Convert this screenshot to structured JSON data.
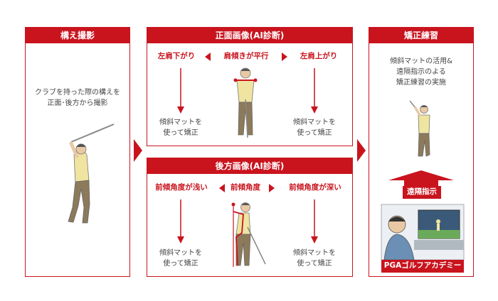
{
  "panel1": {
    "title": "構え撮影",
    "desc_line1": "クラブを持った際の構えを",
    "desc_line2": "正面･後方から撮影"
  },
  "panel2": {
    "title": "正面画像(AI診断)",
    "left_label": "左肩下がり",
    "center_label": "肩傾きが平行",
    "right_label": "左肩上がり",
    "left_fix_1": "傾斜マットを",
    "left_fix_2": "使って矯正",
    "right_fix_1": "傾斜マットを",
    "right_fix_2": "使って矯正"
  },
  "panel3": {
    "title": "後方画像(AI診断)",
    "left_label": "前傾角度が浅い",
    "center_label": "前傾角度",
    "right_label": "前傾角度が深い",
    "left_fix_1": "傾斜マットを",
    "left_fix_2": "使って矯正",
    "right_fix_1": "傾斜マットを",
    "right_fix_2": "使って矯正"
  },
  "panel4": {
    "title": "矯正練習",
    "desc_line1": "傾斜マットの活用&",
    "desc_line2": "遠隔指示のよる",
    "desc_line3": "矯正練習の実施",
    "remote_label": "遠隔指示",
    "academy_label": "PGAゴルフアカデミー"
  },
  "colors": {
    "accent": "#c9141e",
    "shirt": "#efe4a0",
    "pants": "#8c7a5a"
  }
}
